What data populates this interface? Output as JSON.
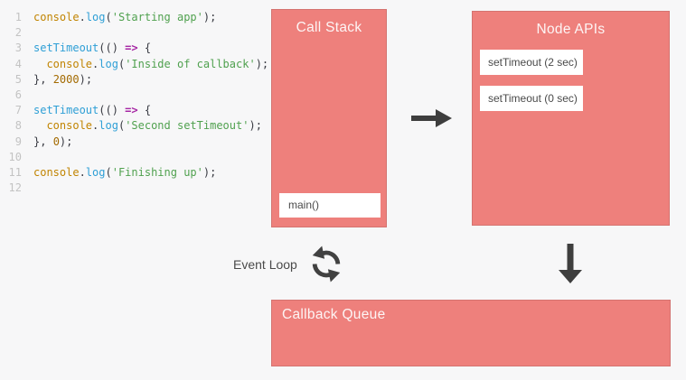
{
  "colors": {
    "background": "#f7f7f8",
    "box_pink": "#ee807c",
    "box_border": "#d47370",
    "arrow_gray": "#3e3e3e",
    "title_white": "#fdf5f5",
    "box_item_text": "#4a4a4a",
    "line_number_gray": "#c3c3c3",
    "syntax_variable_orange": "#c18401",
    "syntax_function_blue": "#2e9fd6",
    "syntax_string_green": "#50a14f",
    "syntax_number_orange": "#a36a00",
    "syntax_operator_magenta": "#a626a4",
    "syntax_punct_dark": "#383a42"
  },
  "code": {
    "lines": [
      {
        "num": "1",
        "tokens": [
          [
            "console",
            "var"
          ],
          [
            ".",
            "p"
          ],
          [
            "log",
            "fn"
          ],
          [
            "(",
            "p"
          ],
          [
            "'Starting app'",
            "str"
          ],
          [
            ");",
            "p"
          ]
        ]
      },
      {
        "num": "2",
        "tokens": []
      },
      {
        "num": "3",
        "tokens": [
          [
            "setTimeout",
            "fn"
          ],
          [
            "(() ",
            "p"
          ],
          [
            "=>",
            "op"
          ],
          [
            " {",
            "p"
          ]
        ]
      },
      {
        "num": "4",
        "tokens": [
          [
            "  ",
            "p"
          ],
          [
            "console",
            "var"
          ],
          [
            ".",
            "p"
          ],
          [
            "log",
            "fn"
          ],
          [
            "(",
            "p"
          ],
          [
            "'Inside of callback'",
            "str"
          ],
          [
            ");",
            "p"
          ]
        ]
      },
      {
        "num": "5",
        "tokens": [
          [
            "}, ",
            "p"
          ],
          [
            "2000",
            "num"
          ],
          [
            ");",
            "p"
          ]
        ]
      },
      {
        "num": "6",
        "tokens": []
      },
      {
        "num": "7",
        "tokens": [
          [
            "setTimeout",
            "fn"
          ],
          [
            "(() ",
            "p"
          ],
          [
            "=>",
            "op"
          ],
          [
            " {",
            "p"
          ]
        ]
      },
      {
        "num": "8",
        "tokens": [
          [
            "  ",
            "p"
          ],
          [
            "console",
            "var"
          ],
          [
            ".",
            "p"
          ],
          [
            "log",
            "fn"
          ],
          [
            "(",
            "p"
          ],
          [
            "'Second setTimeout'",
            "str"
          ],
          [
            ");",
            "p"
          ]
        ]
      },
      {
        "num": "9",
        "tokens": [
          [
            "}, ",
            "p"
          ],
          [
            "0",
            "num"
          ],
          [
            ");",
            "p"
          ]
        ]
      },
      {
        "num": "10",
        "tokens": []
      },
      {
        "num": "11",
        "tokens": [
          [
            "console",
            "var"
          ],
          [
            ".",
            "p"
          ],
          [
            "log",
            "fn"
          ],
          [
            "(",
            "p"
          ],
          [
            "'Finishing up'",
            "str"
          ],
          [
            ");",
            "p"
          ]
        ]
      },
      {
        "num": "12",
        "tokens": []
      }
    ]
  },
  "diagram": {
    "call_stack": {
      "title": "Call Stack",
      "frames": [
        "main()"
      ]
    },
    "node_apis": {
      "title": "Node APIs",
      "items": [
        "setTimeout (2 sec)",
        "setTimeout (0 sec)"
      ]
    },
    "event_loop": {
      "label": "Event Loop"
    },
    "callback_queue": {
      "title": "Callback Queue"
    }
  }
}
